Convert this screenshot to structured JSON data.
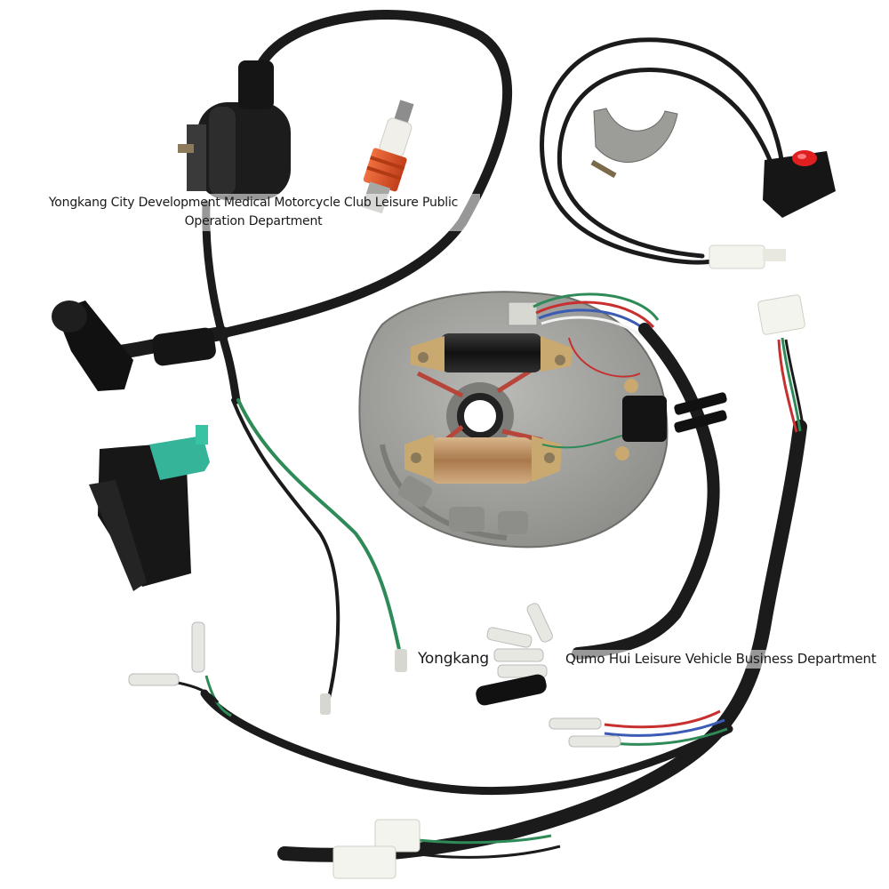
{
  "watermarks": {
    "top": "Yongkang City Development Medical Motorcycle Club Leisure Public Operation Department",
    "bottom_left": "Yongkang",
    "bottom_right": "Qumo Hui Leisure Vehicle Business Department"
  },
  "colors": {
    "background": "#ffffff",
    "cable": "#1b1b1b",
    "stator_body": "#9a9a98",
    "copper_coil": "#b88a5a",
    "black_coil": "#1e1e1e",
    "cdi_connector": "#35b49a",
    "kill_switch_button": "#e02020",
    "spark_plug_ceramic": "#f0efe9",
    "spark_plug_hex": "#e0552a",
    "connector_white": "#f4f4ef",
    "wire_green": "#2e8b57",
    "wire_red": "#c83030",
    "wire_blue": "#3b5bb5"
  }
}
